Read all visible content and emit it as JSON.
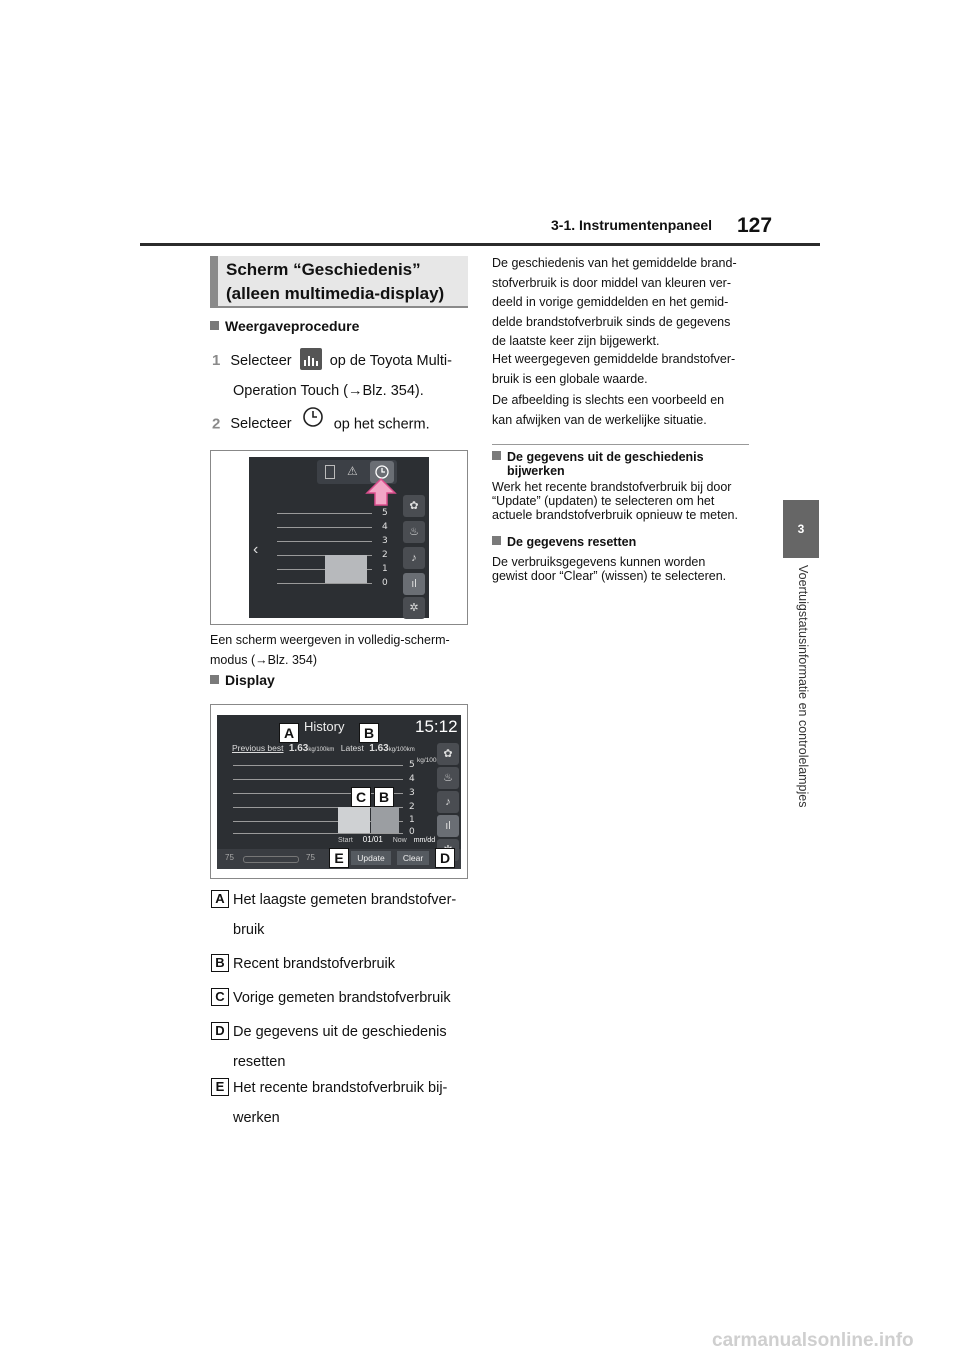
{
  "header": {
    "section": "3-1. Instrumentenpaneel",
    "page_number": "127"
  },
  "side_tab": {
    "chapter": "3",
    "label": "Voertuigstatusinformatie en controlelampjes"
  },
  "left": {
    "box_title_line1": "Scherm “Geschiedenis”",
    "box_title_line2": "(alleen multimedia-display)",
    "subhead_procedure": "Weergaveprocedure",
    "step1_num": "1",
    "step1_pre": "Selecteer",
    "step1_post": "op de Toyota Multi-",
    "step1_line2": "Operation Touch (→Blz. 354).",
    "step2_num": "2",
    "step2_pre": "Selecteer",
    "step2_post": "op het scherm.",
    "caption1_line1": "Een scherm weergeven in volledig-scherm-",
    "caption1_line2": "modus (→Blz. 354)",
    "subhead_display": "Display",
    "legend": [
      {
        "letter": "A",
        "line1": "Het laagste gemeten brandstofver-",
        "line2": "bruik"
      },
      {
        "letter": "B",
        "line1": "Recent brandstofverbruik",
        "line2": ""
      },
      {
        "letter": "C",
        "line1": "Vorige gemeten brandstofverbruik",
        "line2": ""
      },
      {
        "letter": "D",
        "line1": "De gegevens uit de geschiedenis",
        "line2": "resetten"
      },
      {
        "letter": "E",
        "line1": "Het recente brandstofverbruik bij-",
        "line2": "werken"
      }
    ]
  },
  "fig1": {
    "y_ticks": [
      "5",
      "4",
      "3",
      "2",
      "1",
      "0"
    ]
  },
  "fig2": {
    "title": "History",
    "clock": "15:12",
    "prev_best_label": "Previous best",
    "prev_best_value": "1.63",
    "unit_small": "kg/100km",
    "latest_label": "Latest",
    "latest_value": "1.63",
    "axis_unit": "kg/100km",
    "y_ticks": [
      "5",
      "4",
      "3",
      "2",
      "1",
      "0"
    ],
    "x_start": "Start",
    "x_date": "01/01",
    "x_now": "Now",
    "x_format": "mm/dd",
    "temp_left": "75",
    "temp_right": "75",
    "update_label": "Update",
    "clear_label": "Clear",
    "tag_a": "A",
    "tag_b": "B",
    "tag_c": "C",
    "tag_b2": "B",
    "tag_e": "E",
    "tag_d": "D"
  },
  "right": {
    "para1_lines": [
      "De geschiedenis van het gemiddelde brand-",
      "stofverbruik is door middel van kleuren ver-",
      "deeld in vorige gemiddelden en het gemid-",
      "delde brandstofverbruik sinds de gegevens",
      "de laatste keer zijn bijgewerkt."
    ],
    "para2_lines": [
      "Het weergegeven gemiddelde brandstofver-",
      "bruik is een globale waarde."
    ],
    "para3_lines": [
      "De afbeelding is slechts een voorbeeld en",
      "kan afwijken van de werkelijke situatie."
    ],
    "sub1_line1": "De gegevens uit de geschiedenis",
    "sub1_line2": "bijwerken",
    "sub1_body": [
      "Werk het recente brandstofverbruik bij door",
      "“Update” (updaten) te selecteren om het",
      "actuele brandstofverbruik opnieuw te meten."
    ],
    "sub2_title": "De gegevens resetten",
    "sub2_body": [
      "De verbruiksgegevens kunnen worden",
      "gewist door “Clear” (wissen) te selecteren."
    ]
  },
  "footer": {
    "watermark": "carmanualsonline.info"
  }
}
